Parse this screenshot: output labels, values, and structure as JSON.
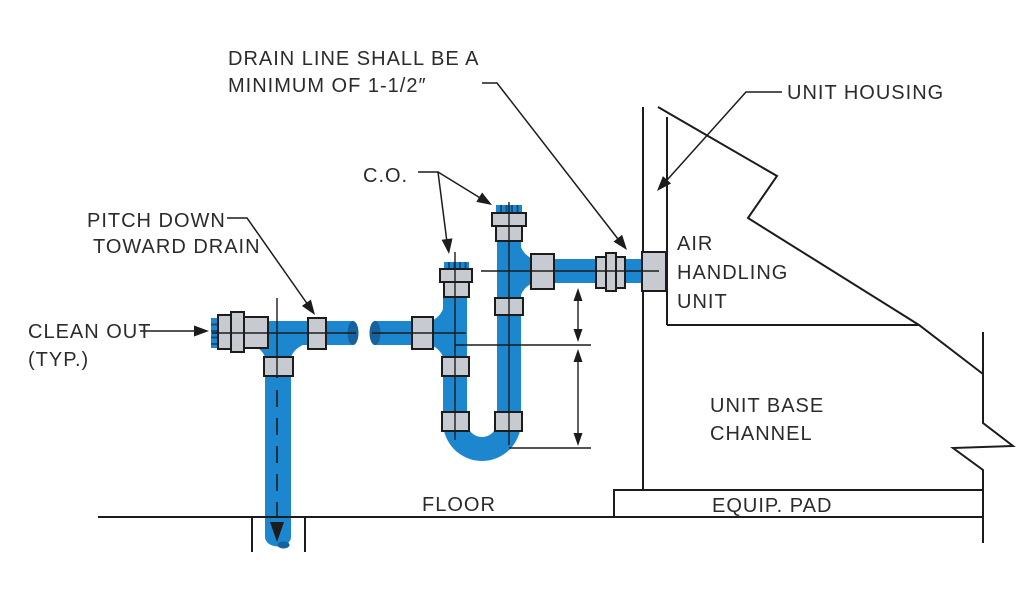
{
  "diagram": {
    "type": "plumbing-detail",
    "description": "Condensate drain trap piping detail at air handling unit",
    "labels": {
      "drain_note_line1": "DRAIN LINE SHALL BE A",
      "drain_note_line2": "MINIMUM OF 1-1/2″",
      "unit_housing": "UNIT HOUSING",
      "co": "C.O.",
      "pitch_line1": "PITCH DOWN",
      "pitch_line2": "TOWARD DRAIN",
      "cleanout_line1": "CLEAN OUT",
      "cleanout_line2": "(TYP.)",
      "ahu_line1": "AIR",
      "ahu_line2": "HANDLING",
      "ahu_line3": "UNIT",
      "base_channel_line1": "UNIT BASE",
      "base_channel_line2": "CHANNEL",
      "equip_pad": "EQUIP. PAD",
      "floor": "FLOOR"
    },
    "colors": {
      "pipe": "#1C86CE",
      "pipe_dark": "#16619E",
      "fitting": "#C7CBD1",
      "line": "#1C1C1C",
      "text": "#2B2B2B",
      "background": "#FFFFFF"
    }
  }
}
